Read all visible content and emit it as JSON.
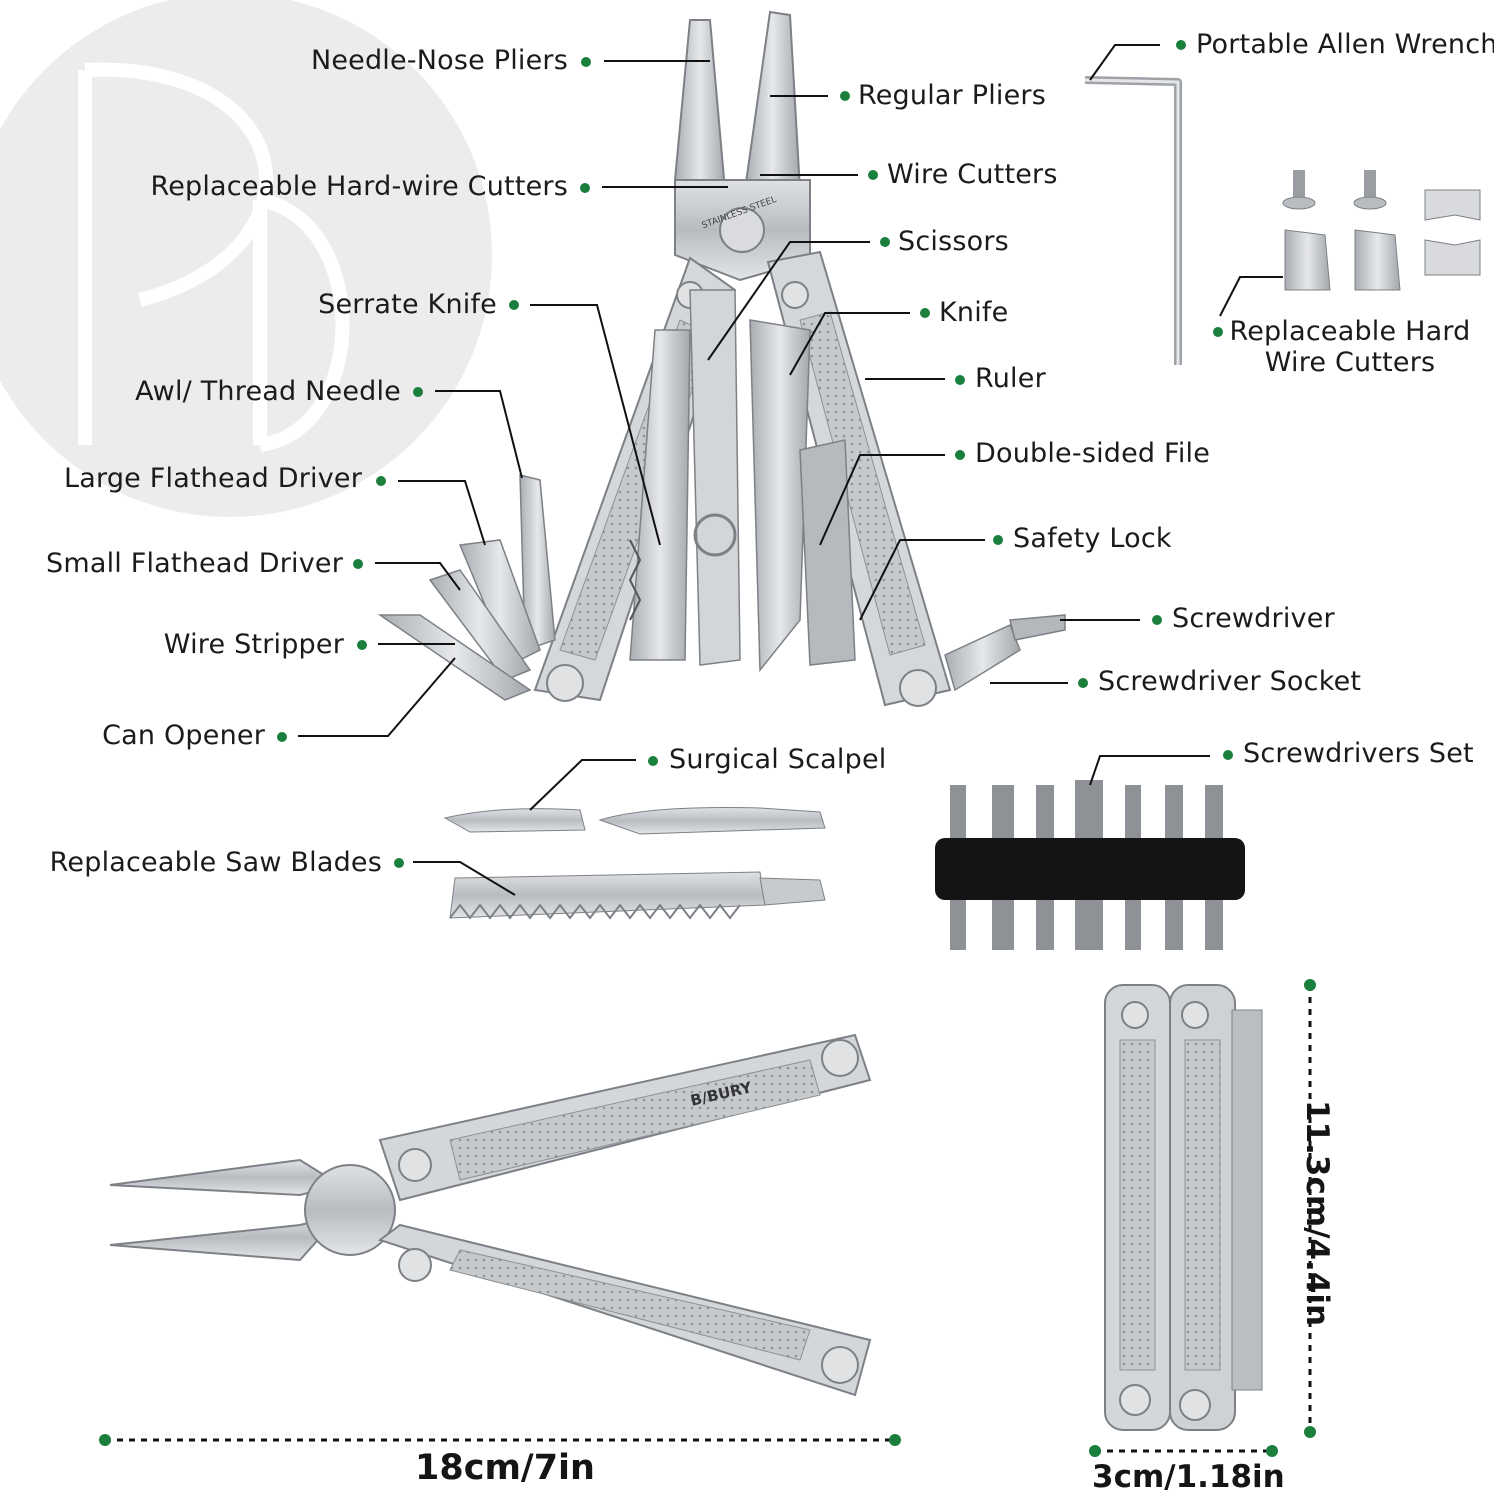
{
  "colors": {
    "accent": "#1a7f3c",
    "leader": "#111111",
    "steel": "#c9ccd0",
    "steel_dark": "#8d9196",
    "logo_bg": "#ebebeb"
  },
  "labels": {
    "needle_nose_pliers": "Needle-Nose Pliers",
    "regular_pliers": "Regular Pliers",
    "wire_cutters": "Wire Cutters",
    "replaceable_hard_wire_cutters": "Replaceable Hard-wire Cutters",
    "scissors": "Scissors",
    "serrate_knife": "Serrate Knife",
    "knife": "Knife",
    "awl_thread_needle": "Awl/ Thread Needle",
    "ruler": "Ruler",
    "large_flathead_driver": "Large Flathead Driver",
    "double_sided_file": "Double-sided File",
    "small_flathead_driver": "Small Flathead Driver",
    "safety_lock": "Safety Lock",
    "wire_stripper": "Wire Stripper",
    "screwdriver": "Screwdriver",
    "screwdriver_socket": "Screwdriver Socket",
    "can_opener": "Can Opener",
    "portable_allen_wrench": "Portable Allen Wrench",
    "replaceable_hard_wire_cutters_accessory": "Replaceable Hard Wire Cutters",
    "surgical_scalpel": "Surgical Scalpel",
    "screwdrivers_set": "Screwdrivers Set",
    "replaceable_saw_blades": "Replaceable Saw Blades"
  },
  "dimensions": {
    "length": "18cm/7in",
    "width": "3cm/1.18in",
    "height": "11.3cm/4.4in"
  },
  "brand": {
    "handle_logo": "B/BURY",
    "pivot_engraving": "STAINLESS STEEL"
  },
  "icons": [
    "dot-icon",
    "brand-logo-watermark"
  ]
}
